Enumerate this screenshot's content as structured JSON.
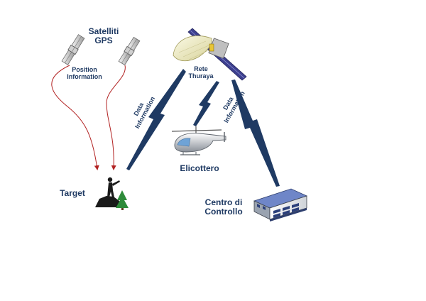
{
  "labels": {
    "satelliti_gps": "Satelliti\nGPS",
    "position_information": "Position\nInformation",
    "rete_thuraya": "Rete\nThuraya",
    "data_information_left": "Data\nInformation",
    "data_information_right": "Data\nInformation",
    "elicottero": "Elicottero",
    "target": "Target",
    "centro_di_controllo": "Centro di\nControllo"
  },
  "colors": {
    "text": "#1f3a63",
    "lightning": "#1f3a63",
    "gps_arrow": "#b22222",
    "satellite_body": "#d9d9d9",
    "satellite_dish": "#f3f1cf",
    "thuraya_panel": "#3d3f8f",
    "building_roof": "#6f86c8",
    "tree": "#2e8b3a"
  },
  "icons": {
    "gps_satellite_left": "satellite-icon",
    "gps_satellite_right": "satellite-icon",
    "thuraya_satellite": "satellite-dish-icon",
    "helicopter": "helicopter-icon",
    "target": "person-on-rock-icon",
    "control_center": "building-icon"
  }
}
